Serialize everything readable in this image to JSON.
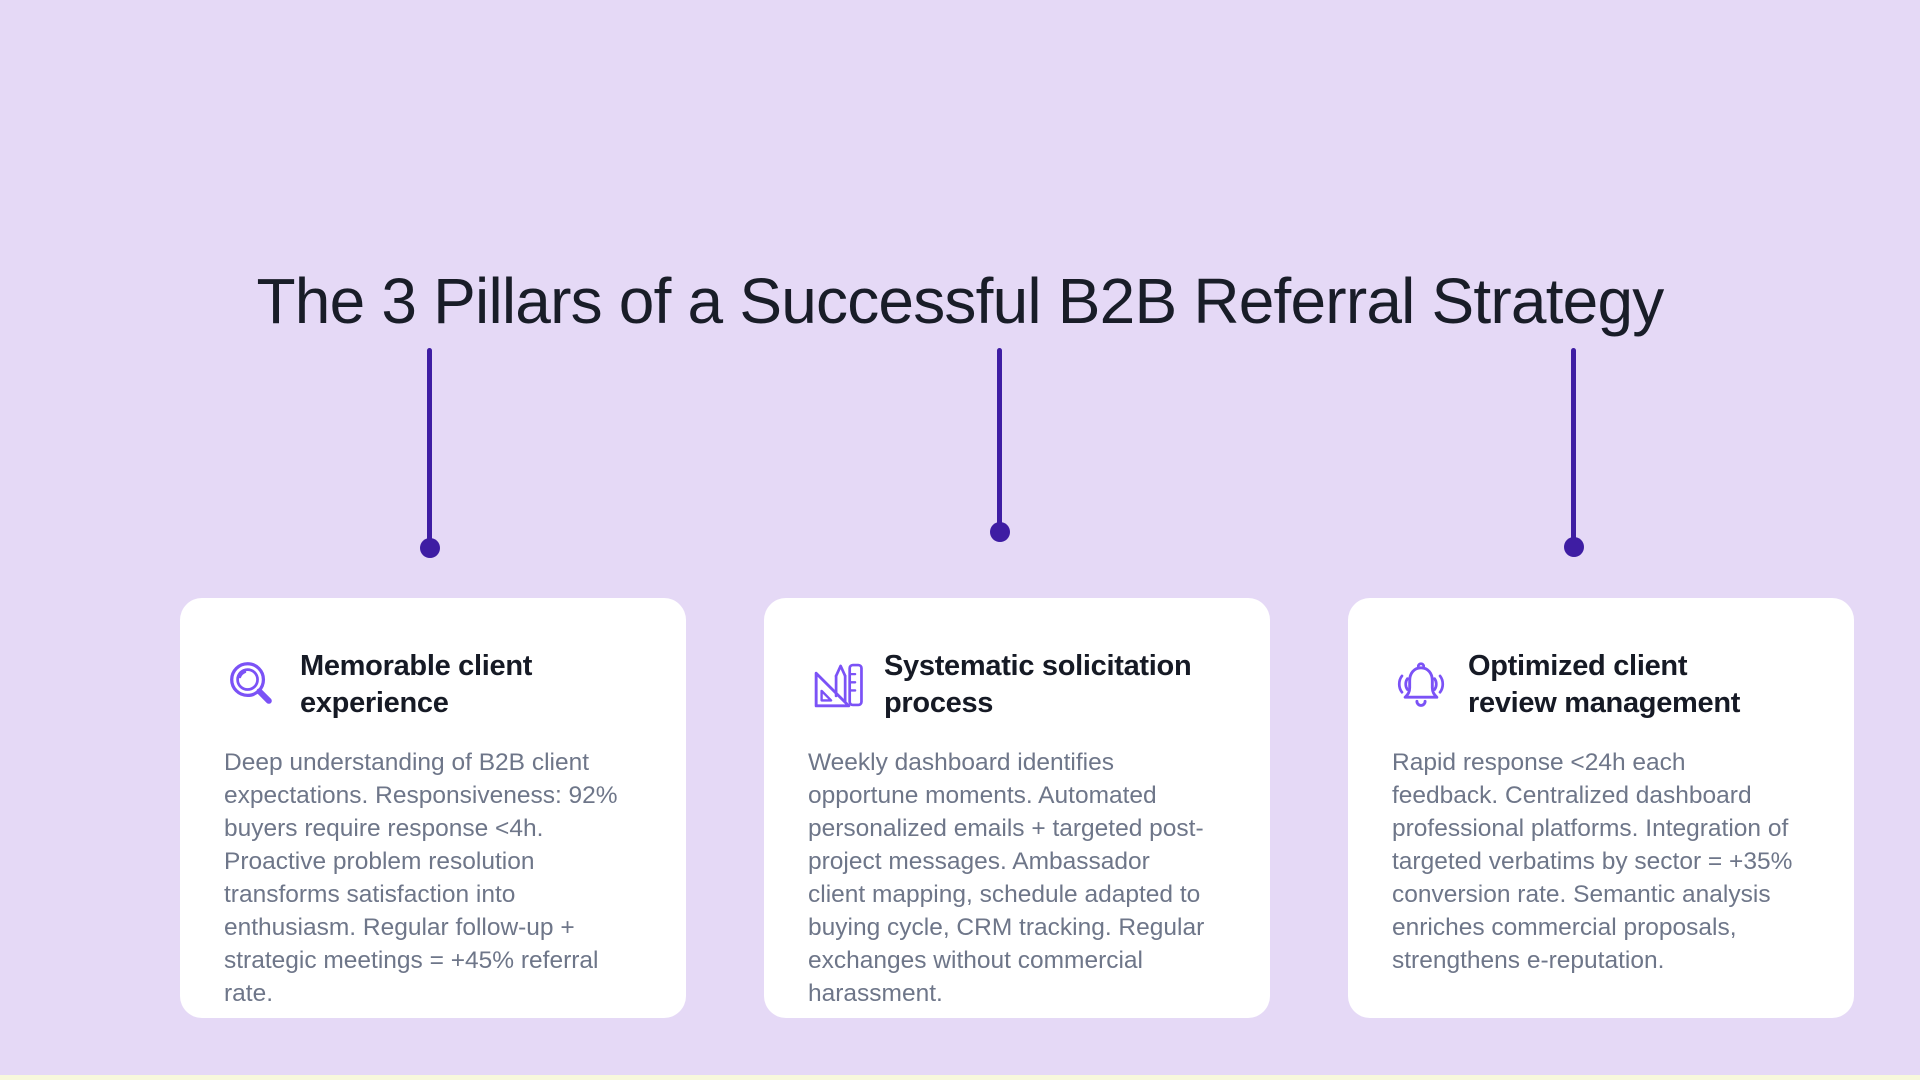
{
  "title": "The 3 Pillars of a Successful B2B Referral Strategy",
  "colors": {
    "background": "#E5D9F6",
    "card_background": "#FFFFFF",
    "connector_accent": "#3E1DA3",
    "icon_accent": "#7B52F6",
    "heading_text": "#161A25",
    "body_text": "#6E7689",
    "title_text": "#191D28",
    "bottom_strip": "#F7F8DC"
  },
  "pillars": [
    {
      "icon": "magnifier-icon",
      "heading_line1": "Memorable client",
      "heading_line2": "experience",
      "body": "Deep understanding of B2B client expectations. Responsiveness: 92% buyers require response <4h. Proactive problem resolution transforms satisfaction into enthusiasm. Regular follow-up + strategic meetings = +45% referral rate."
    },
    {
      "icon": "design-tools-icon",
      "heading_line1": "Systematic solicitation",
      "heading_line2": "process",
      "body": "Weekly dashboard identifies opportune moments. Automated personalized emails + targeted post-project messages. Ambassador client mapping, schedule adapted to buying cycle, CRM tracking. Regular exchanges without commercial harassment."
    },
    {
      "icon": "ringing-bell-icon",
      "heading_line1": "Optimized client",
      "heading_line2": "review management",
      "body": "Rapid response <24h each feedback. Centralized dashboard professional platforms. Integration of targeted verbatims by sector = +35% conversion rate. Semantic analysis enriches commercial proposals, strengthens e-reputation."
    }
  ]
}
